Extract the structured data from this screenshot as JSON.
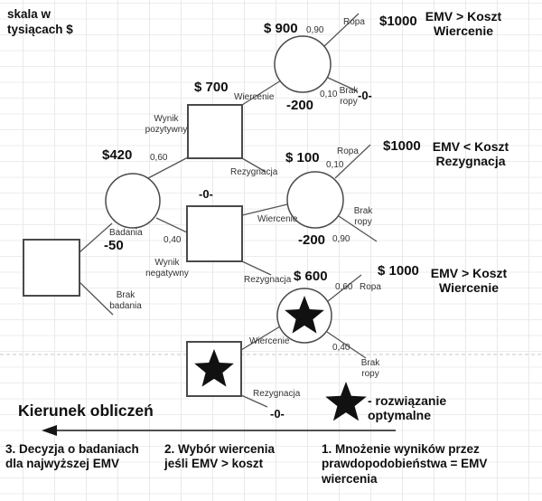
{
  "scale_note": "skala w\ntysiącach $",
  "tree": {
    "root": {
      "badania": {
        "label": "Badania",
        "value": "-50"
      },
      "brak_badania": {
        "label": "Brak\nbadania"
      }
    },
    "survey_chance": {
      "emv": "$420",
      "pozytywny": {
        "prob": "0,60",
        "label": "Wynik\npozytywny"
      },
      "negatywny": {
        "prob": "0,40",
        "label": "Wynik\nnegatywny"
      }
    },
    "decision_top": {
      "emv": "$ 700",
      "wiercenie": "Wiercenie",
      "rezygnacja": "Rezygnacja"
    },
    "chance_top": {
      "emv": "$ 900",
      "cost": "-200",
      "ropa": {
        "prob": "0,90",
        "label": "Ropa",
        "payoff": "$1000"
      },
      "brak_ropy": {
        "prob": "0,10",
        "label": "Brak\nropy",
        "payoff": "-0-"
      },
      "conclusion": "EMV > Koszt\nWiercenie"
    },
    "decision_mid": {
      "emv": "-0-",
      "wiercenie": "Wiercenie",
      "rezygnacja": "Rezygnacja"
    },
    "chance_mid": {
      "emv": "$ 100",
      "cost": "-200",
      "ropa": {
        "prob": "0,10",
        "label": "Ropa",
        "payoff": "$1000"
      },
      "brak_ropy": {
        "prob": "0,90",
        "label": "Brak\nropy"
      },
      "conclusion": "EMV < Koszt\nRezygnacja"
    },
    "decision_bottom": {
      "wiercenie": "Wiercenie",
      "rezygnacja": "Rezygnacja",
      "rezygnacja_payoff": "-0-"
    },
    "chance_bottom": {
      "emv": "$ 600",
      "ropa": {
        "prob": "0,60",
        "label": "Ropa",
        "payoff": "$ 1000"
      },
      "brak_ropy": {
        "prob": "0,40",
        "label": "Brak\nropy"
      },
      "conclusion": "EMV > Koszt\nWiercenie"
    }
  },
  "direction": {
    "heading": "Kierunek obliczeń"
  },
  "legend": {
    "optimal": "- rozwiązanie\noptymalne"
  },
  "steps": {
    "step3": "3. Decyzja o badaniach\ndla najwyższej EMV",
    "step2": "2. Wybór wiercenia\njeśli EMV > koszt",
    "step1": "1. Mnożenie wyników przez\nprawdopodobieństwa = EMV\nwiercenia"
  },
  "colors": {
    "line": "#555555",
    "node_border": "#4a4a4a",
    "star": "#111111",
    "grid": "#e9e9e9",
    "text": "#1a1a1a"
  }
}
